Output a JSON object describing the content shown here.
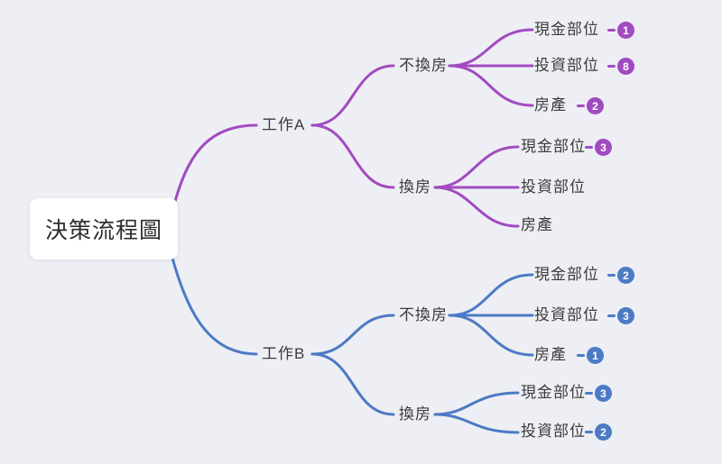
{
  "colors": {
    "background": "#edeff4",
    "branch_a": "#a24bc0",
    "branch_b": "#4d7ac5",
    "node_text": "#3b3b3b",
    "root_bg": "#ffffff",
    "badge_text": "#ffffff"
  },
  "root": {
    "label": "決策流程圖"
  },
  "branches": [
    {
      "label": "工作A",
      "color": "#a24bc0",
      "children": [
        {
          "label": "不換房",
          "children": [
            {
              "label": "現金部位",
              "badge": "1"
            },
            {
              "label": "投資部位",
              "badge": "8"
            },
            {
              "label": "房產",
              "badge": "2"
            }
          ]
        },
        {
          "label": "換房",
          "children": [
            {
              "label": "現金部位",
              "badge": "3"
            },
            {
              "label": "投資部位"
            },
            {
              "label": "房產"
            }
          ]
        }
      ]
    },
    {
      "label": "工作B",
      "color": "#4d7ac5",
      "children": [
        {
          "label": "不換房",
          "children": [
            {
              "label": "現金部位",
              "badge": "2"
            },
            {
              "label": "投資部位",
              "badge": "3"
            },
            {
              "label": "房產",
              "badge": "1"
            }
          ]
        },
        {
          "label": "換房",
          "children": [
            {
              "label": "現金部位",
              "badge": "3"
            },
            {
              "label": "投資部位",
              "badge": "2"
            }
          ]
        }
      ]
    }
  ]
}
